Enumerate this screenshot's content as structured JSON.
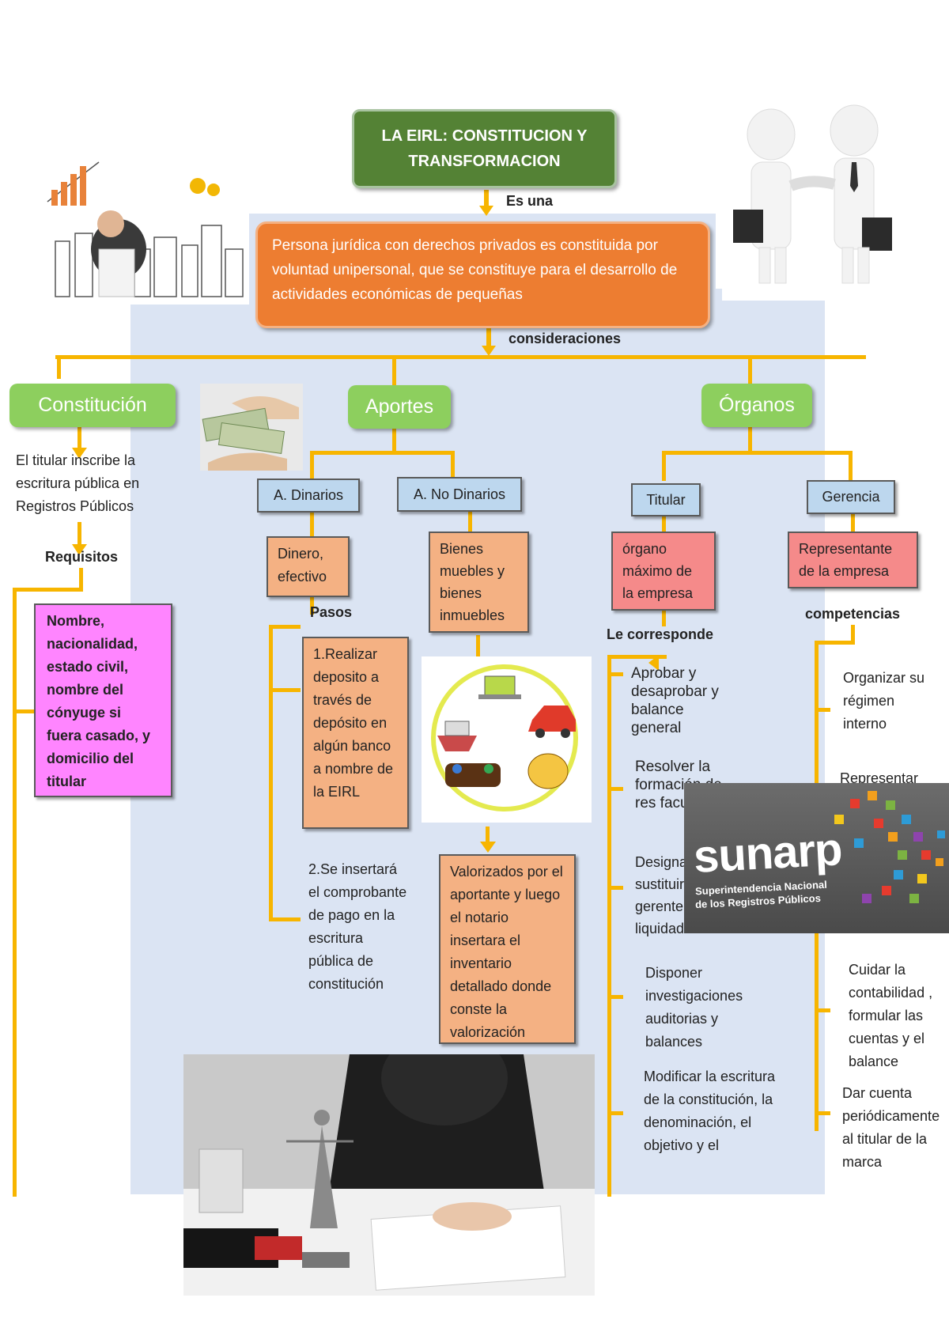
{
  "title": "LA EIRL: CONSTITUCION Y TRANSFORMACION",
  "connector_es_una": "Es una",
  "definition": "Persona jurídica con derechos privados es constituida por voluntad unipersonal, que se constituye para el desarrollo de actividades económicas de pequeñas",
  "connector_consideraciones": "consideraciones",
  "constitucion": {
    "title": "Constitución",
    "text": "El titular inscribe la escritura pública en Registros Públicos",
    "requisitos_label": "Requisitos",
    "requisitos_text": "Nombre, nacionalidad, estado civil, nombre del cónyuge si fuera casado, y domicilio del titular"
  },
  "aportes": {
    "title": "Aportes",
    "dinarios": {
      "label": "A. Dinarios",
      "box": "Dinero, efectivo",
      "pasos_label": "Pasos",
      "paso1": "1.Realizar deposito a través de depósito en algún banco a nombre de la EIRL",
      "paso2": "2.Se insertará el comprobante de pago en la escritura pública de constitución"
    },
    "no_dinarios": {
      "label": "A. No Dinarios",
      "box": "Bienes muebles y bienes inmuebles",
      "valorizados": "Valorizados por el aportante y luego el notario insertara el inventario detallado donde conste la valorización"
    }
  },
  "organos": {
    "title": "Órganos",
    "titular": {
      "label": "Titular",
      "box": "órgano máximo de la empresa",
      "le_corresponde": "Le corresponde",
      "items": [
        "Aprobar y desaprobar y balance general",
        "Resolver la formación de res facultad",
        "Designar sustituir gerente liquidadores",
        "Disponer investigaciones auditorias y balances",
        "Modificar la escritura de la constitución, la denominación, el objetivo y el"
      ]
    },
    "gerencia": {
      "label": "Gerencia",
      "box": "Representante de la empresa",
      "competencias": "competencias",
      "items": [
        "Organizar su régimen interno",
        "Representar",
        "Cuidar la contabilidad , formular las cuentas y el balance",
        "Dar cuenta periódicamente al titular de la marca"
      ]
    }
  },
  "sunarp": {
    "logo": "sunarp",
    "subtitle1": "Superintendencia Nacional",
    "subtitle2": "de los Registros Públicos"
  },
  "colors": {
    "title_green": "#548235",
    "node_green": "#8dcf5e",
    "definition_orange": "#ed7d31",
    "connector_yellow": "#f7b500",
    "panel_blue": "#dbe4f3",
    "box_blue": "#bdd7ee",
    "box_salmon": "#f4b183",
    "box_red": "#f58a8a",
    "box_pink": "#ff85ff"
  }
}
